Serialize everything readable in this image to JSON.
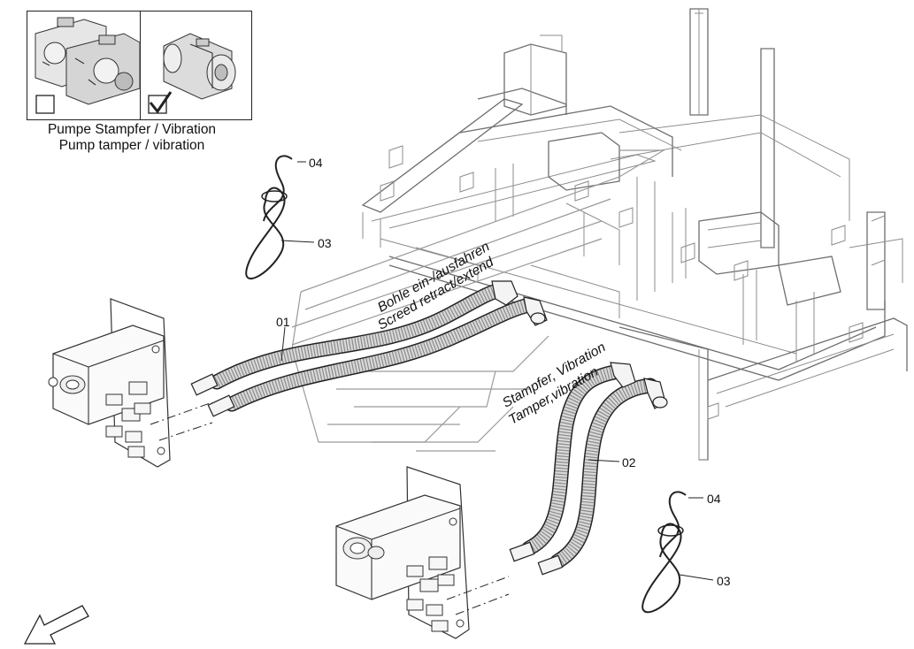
{
  "legend": {
    "caption_line1": "Pumpe Stampfer / Vibration",
    "caption_line2": "Pump tamper / vibration",
    "option_a_checked": false,
    "option_b_checked": true
  },
  "callouts": {
    "hose_upper": "01",
    "hose_lower": "02",
    "hook_upper": "04",
    "loop_upper": "03",
    "hook_lower": "04",
    "loop_lower": "03"
  },
  "labels": {
    "screed_de": "Bohle ein-/ausfahren",
    "screed_en": "Screed retract/extend",
    "tamper_de": "Stampfer, Vibration",
    "tamper_en": "Tamper,vibration"
  }
}
